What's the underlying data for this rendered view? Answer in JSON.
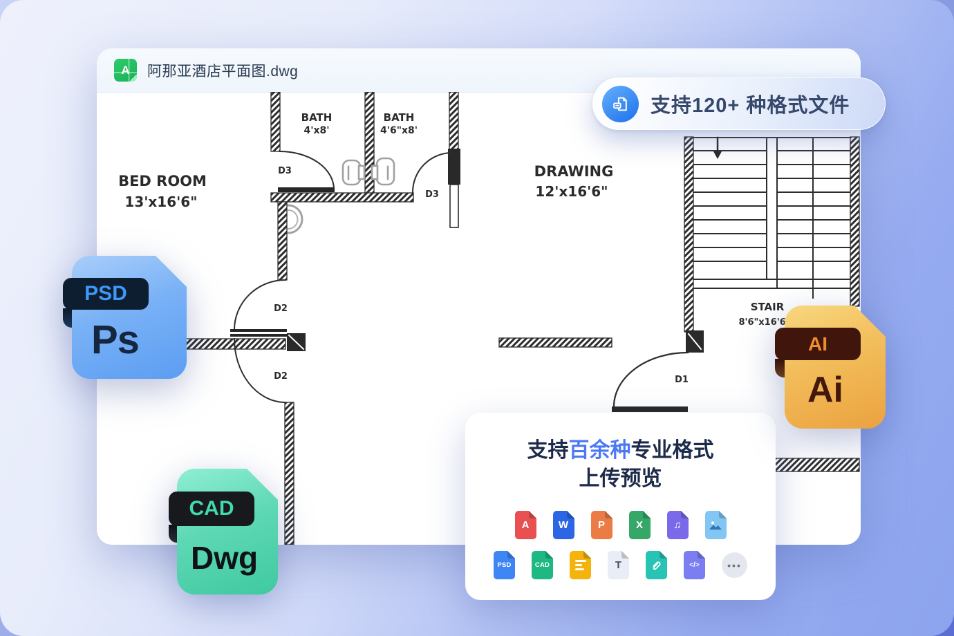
{
  "window": {
    "title": "阿那亚酒店平面图.dwg",
    "file_icon_letter": "A"
  },
  "format_pill": {
    "label": "支持120+ 种格式文件",
    "icon": "file-tag-icon",
    "icon_bg": "#2e7ef0"
  },
  "floor_plan": {
    "rooms": [
      {
        "name": "BED ROOM",
        "size": "13'x16'6\""
      },
      {
        "name": "BATH",
        "size": "4'x8'"
      },
      {
        "name": "BATH",
        "size": "4'6\"x8'"
      },
      {
        "name": "DRAWING",
        "size": "12'x16'6\""
      },
      {
        "name": "STAIR",
        "size": "8'6\"x16'6\""
      }
    ],
    "doors": {
      "d1": "D1",
      "d2": "D2",
      "d3": "D3"
    }
  },
  "file_badges": [
    {
      "format_label": "PSD",
      "app_label": "Ps",
      "body_color": "#79b1f6",
      "tab_color": "#0e1e31",
      "format_color": "#3f97f7",
      "app_color": "#15273f"
    },
    {
      "format_label": "CAD",
      "app_label": "Dwg",
      "body_color": "#5ed8b4",
      "tab_color": "#17191d",
      "format_color": "#41d9ae",
      "app_color": "#0f1216"
    },
    {
      "format_label": "AI",
      "app_label": "Ai",
      "body_color": "#f2bc5a",
      "tab_color": "#3f150c",
      "format_color": "#ef8d2f",
      "app_color": "#43180c"
    }
  ],
  "upload_card": {
    "title_prefix": "支持",
    "title_highlight": "百余种",
    "title_suffix": "专业格式",
    "subtitle": "上传预览",
    "highlight_color": "#4b79f4",
    "formats_row1": [
      {
        "name": "PDF",
        "glyph": "A",
        "color": "#e95052"
      },
      {
        "name": "Word",
        "glyph": "W",
        "color": "#2d66e4"
      },
      {
        "name": "PowerPoint",
        "glyph": "P",
        "color": "#ec7c46"
      },
      {
        "name": "Excel",
        "glyph": "X",
        "color": "#35a766"
      },
      {
        "name": "Music",
        "glyph": "♫",
        "color": "#7a6ae9"
      },
      {
        "name": "Image",
        "glyph": "",
        "color": "#83c5f3"
      }
    ],
    "formats_row2": [
      {
        "name": "PSD",
        "glyph": "PSD",
        "color": "#3e86f4"
      },
      {
        "name": "CAD",
        "glyph": "CAD",
        "color": "#1eb883"
      },
      {
        "name": "Docs",
        "glyph": "",
        "color": "#f5b30d"
      },
      {
        "name": "Text",
        "glyph": "T",
        "color": "#e9eef6"
      },
      {
        "name": "Link",
        "glyph": "",
        "color": "#27c3b4"
      },
      {
        "name": "Code",
        "glyph": "</>",
        "color": "#7a7ef1"
      },
      {
        "name": "More",
        "glyph": "•••",
        "color": "#e4e8ee"
      }
    ]
  }
}
